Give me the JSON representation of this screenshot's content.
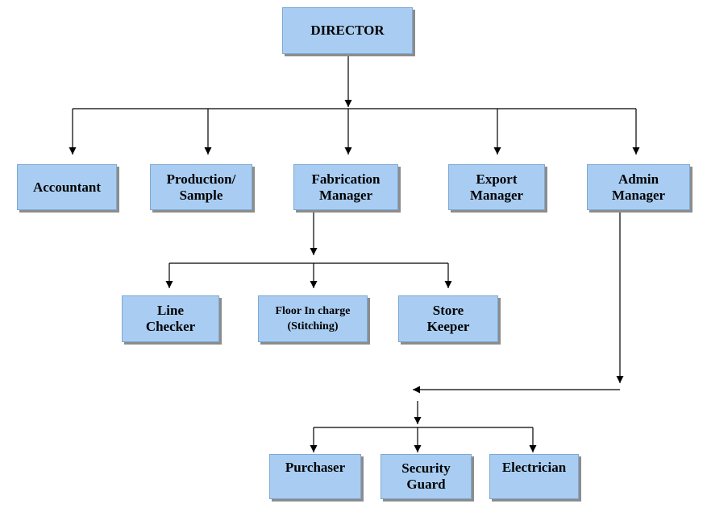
{
  "chart": {
    "nodes": {
      "director": "DIRECTOR",
      "accountant": "Accountant",
      "production": "Production/\nSample",
      "fabrication": "Fabrication\nManager",
      "export": "Export\nManager",
      "admin": "Admin\nManager",
      "line_checker": "Line\nChecker",
      "floor_incharge": "Floor In charge\n(Stitching)",
      "store_keeper": "Store\nKeeper",
      "purchaser": "Purchaser",
      "security_guard": "Security\nGuard",
      "electrician": "Electrician"
    },
    "colors": {
      "box_fill": "#a9cdf2",
      "box_border": "#7fa8d3",
      "shadow": "#8c8c8c",
      "line": "#000000"
    }
  }
}
